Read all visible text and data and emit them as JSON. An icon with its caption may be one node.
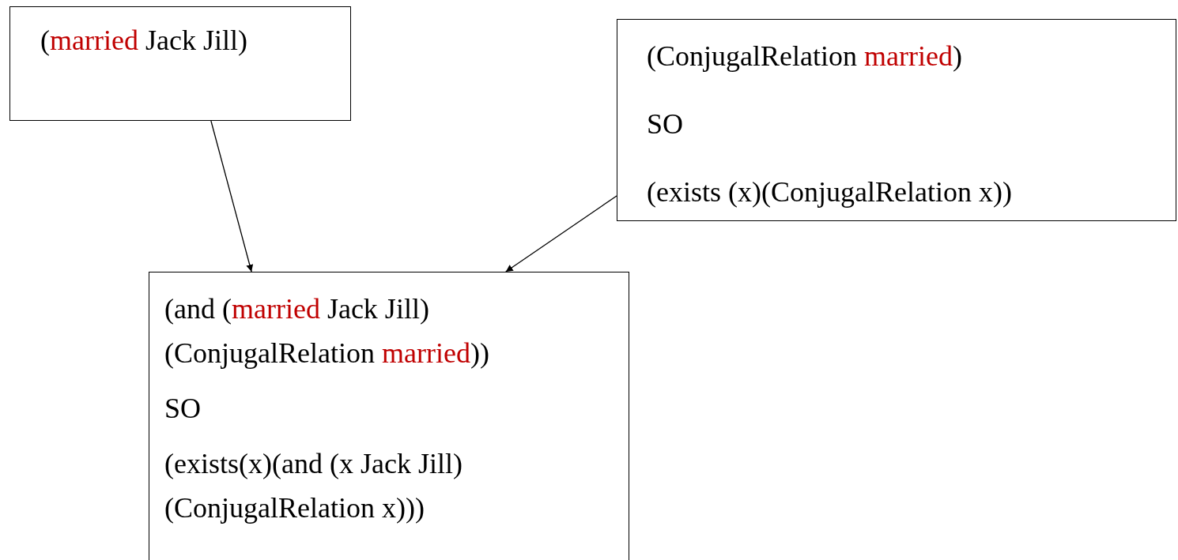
{
  "diagram": {
    "nodes": [
      {
        "text": [
          "(*married* Jack Jill)"
        ]
      },
      {
        "text": [
          "(ConjugalRelation *married*)",
          "SO",
          "(exists (x)(ConjugalRelation x))"
        ]
      },
      {
        "text": [
          "(and (*married* Jack Jill) (ConjugalRelation *married*))",
          "SO",
          "(exists(x)(and (x Jack Jill) (ConjugalRelation x)))"
        ]
      }
    ],
    "edges": [
      {
        "from": 0,
        "to": 2,
        "arrow": "to"
      },
      {
        "from": 1,
        "to": 2,
        "arrow": "to"
      }
    ]
  }
}
